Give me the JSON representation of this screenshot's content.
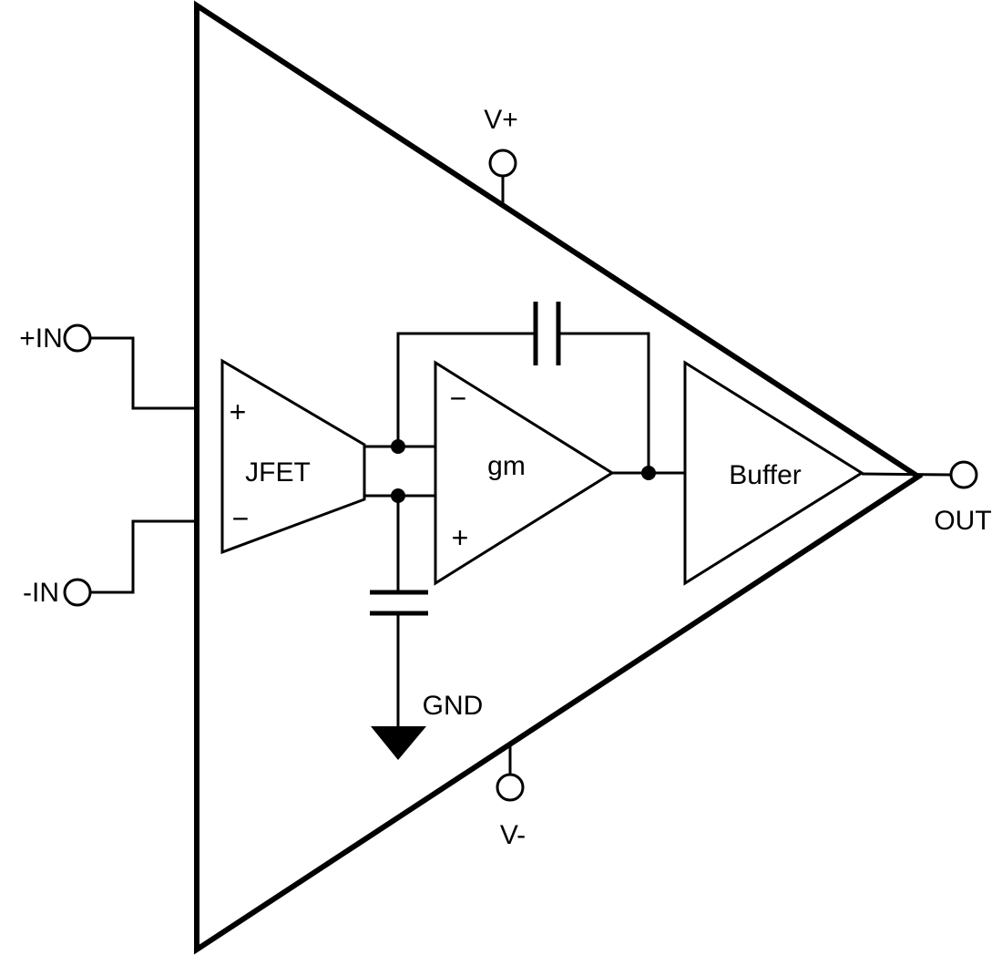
{
  "diagram": {
    "background_color": "#ffffff",
    "line_color": "#000000",
    "terminals": {
      "v_plus": "V+",
      "v_minus": "V-",
      "in_plus": "+IN",
      "in_minus": "-IN",
      "out": "OUT",
      "gnd": "GND"
    },
    "blocks": {
      "input_stage": {
        "label": "JFET",
        "noninverting_sign": "+",
        "inverting_sign": "−"
      },
      "gm_stage": {
        "label": "gm",
        "inverting_sign": "−",
        "noninverting_sign": "+"
      },
      "output_stage": {
        "label": "Buffer"
      }
    }
  }
}
